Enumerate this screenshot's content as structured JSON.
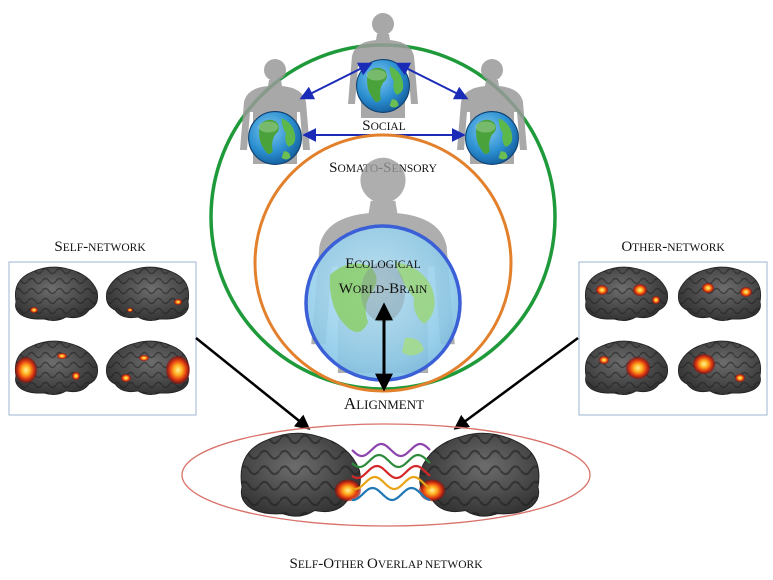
{
  "labels": {
    "social": {
      "first": "S",
      "rest": "OCIAL"
    },
    "somato": {
      "first": "S",
      "rest": "OMATO",
      "dash": "-",
      "first2": "S",
      "rest2": "ENSORY"
    },
    "ecological": {
      "first": "E",
      "rest": "COLOGICAL"
    },
    "world_brain": {
      "first": "W",
      "rest": "ORLD",
      "dash": "-",
      "first2": "B",
      "rest2": "RAIN"
    },
    "alignment": {
      "first": "A",
      "rest": "LIGNMENT"
    },
    "self_network": {
      "first": "S",
      "rest": "ELF",
      "dash": "-",
      "rest2": "NETWORK"
    },
    "other_network": {
      "first": "O",
      "rest": "THER",
      "dash": "-",
      "rest2": "NETWORK"
    },
    "overlap": {
      "first": "S",
      "rest": "ELF",
      "dash": "-",
      "first2": "O",
      "rest2": "THER ",
      "first3": "O",
      "rest3": "VERLAP NETWORK"
    }
  },
  "colors": {
    "social_circle": "#1f9a3a",
    "somato_circle": "#e2802c",
    "ecological_circle": "#3a5fd6",
    "social_arrows": "#1a2bb8",
    "alignment_arrow": "#000000",
    "overlap_ellipse": "#d9726a",
    "panel_border": "#9fb6d0",
    "wave_colors": [
      "#8e44ad",
      "#2e8b3d",
      "#d62728",
      "#e8a317",
      "#1f77b4"
    ]
  },
  "icons": [
    "human-silhouette-icon",
    "globe-icon",
    "brain-icon"
  ]
}
